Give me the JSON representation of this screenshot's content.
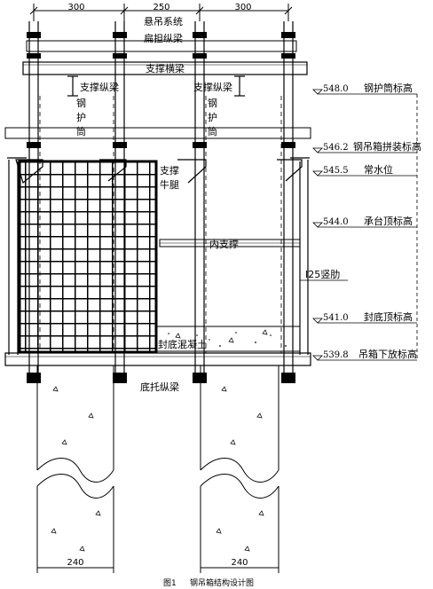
{
  "dimensions": {
    "top": [
      "300",
      "250",
      "300"
    ],
    "bottom_left": "240",
    "bottom_right": "240"
  },
  "labels": {
    "suspension_system": "悬吊系统",
    "shoulder_beam": "扁担纵梁",
    "support_cross_beam": "支撑横梁",
    "support_long_beam_left": "支撑纵梁",
    "support_long_beam_right": "支撑纵梁",
    "steel_casing_left": [
      "钢",
      "护",
      "筒"
    ],
    "steel_casing_right": [
      "钢",
      "护",
      "筒"
    ],
    "support_bracket": [
      "支撑",
      "牛腿"
    ],
    "inner_support": "内支撑",
    "vertical_rib": "I25竖肋",
    "bottom_concrete": "封底混凝土",
    "bottom_support_beam": "底托纵梁"
  },
  "elevations": [
    {
      "value": "548.0",
      "label": "钢护筒标高"
    },
    {
      "value": "546.2",
      "label": "钢吊箱拼装标高"
    },
    {
      "value": "545.5",
      "label": "常水位"
    },
    {
      "value": "544.0",
      "label": "承台顶标高"
    },
    {
      "value": "541.0",
      "label": "封底顶标高"
    },
    {
      "value": "539.8",
      "label": "吊箱下放标高"
    }
  ],
  "caption": {
    "number": "图1",
    "title": "钢吊箱结构设计图"
  }
}
